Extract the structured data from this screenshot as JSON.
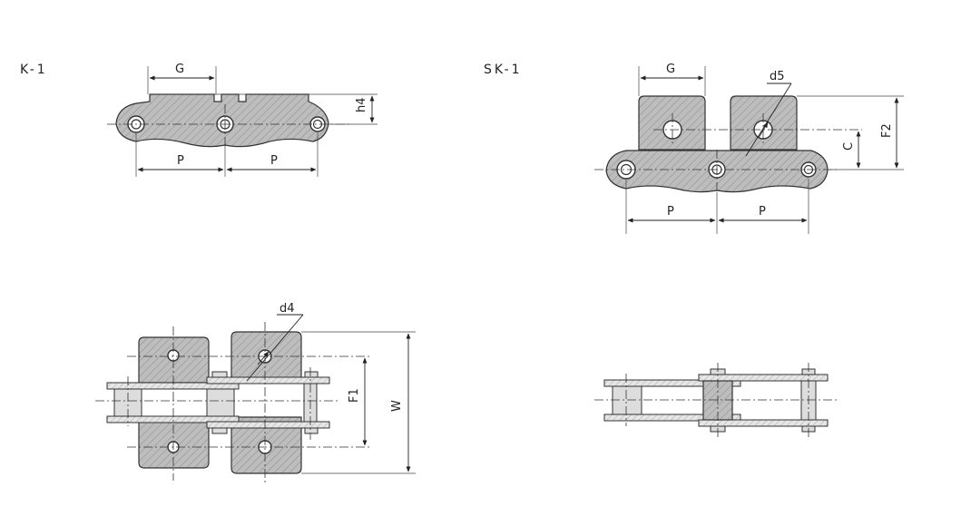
{
  "views": {
    "k1": {
      "title": "K-1",
      "dims": {
        "g": "G",
        "h4": "h4",
        "p_left": "P",
        "p_right": "P"
      }
    },
    "sk1": {
      "title": "SK-1",
      "dims": {
        "g": "G",
        "d5": "d5",
        "c": "C",
        "f2": "F2",
        "p_left": "P",
        "p_right": "P"
      }
    },
    "k1_top": {
      "dims": {
        "d4": "d4",
        "f1": "F1",
        "w": "W"
      }
    }
  }
}
